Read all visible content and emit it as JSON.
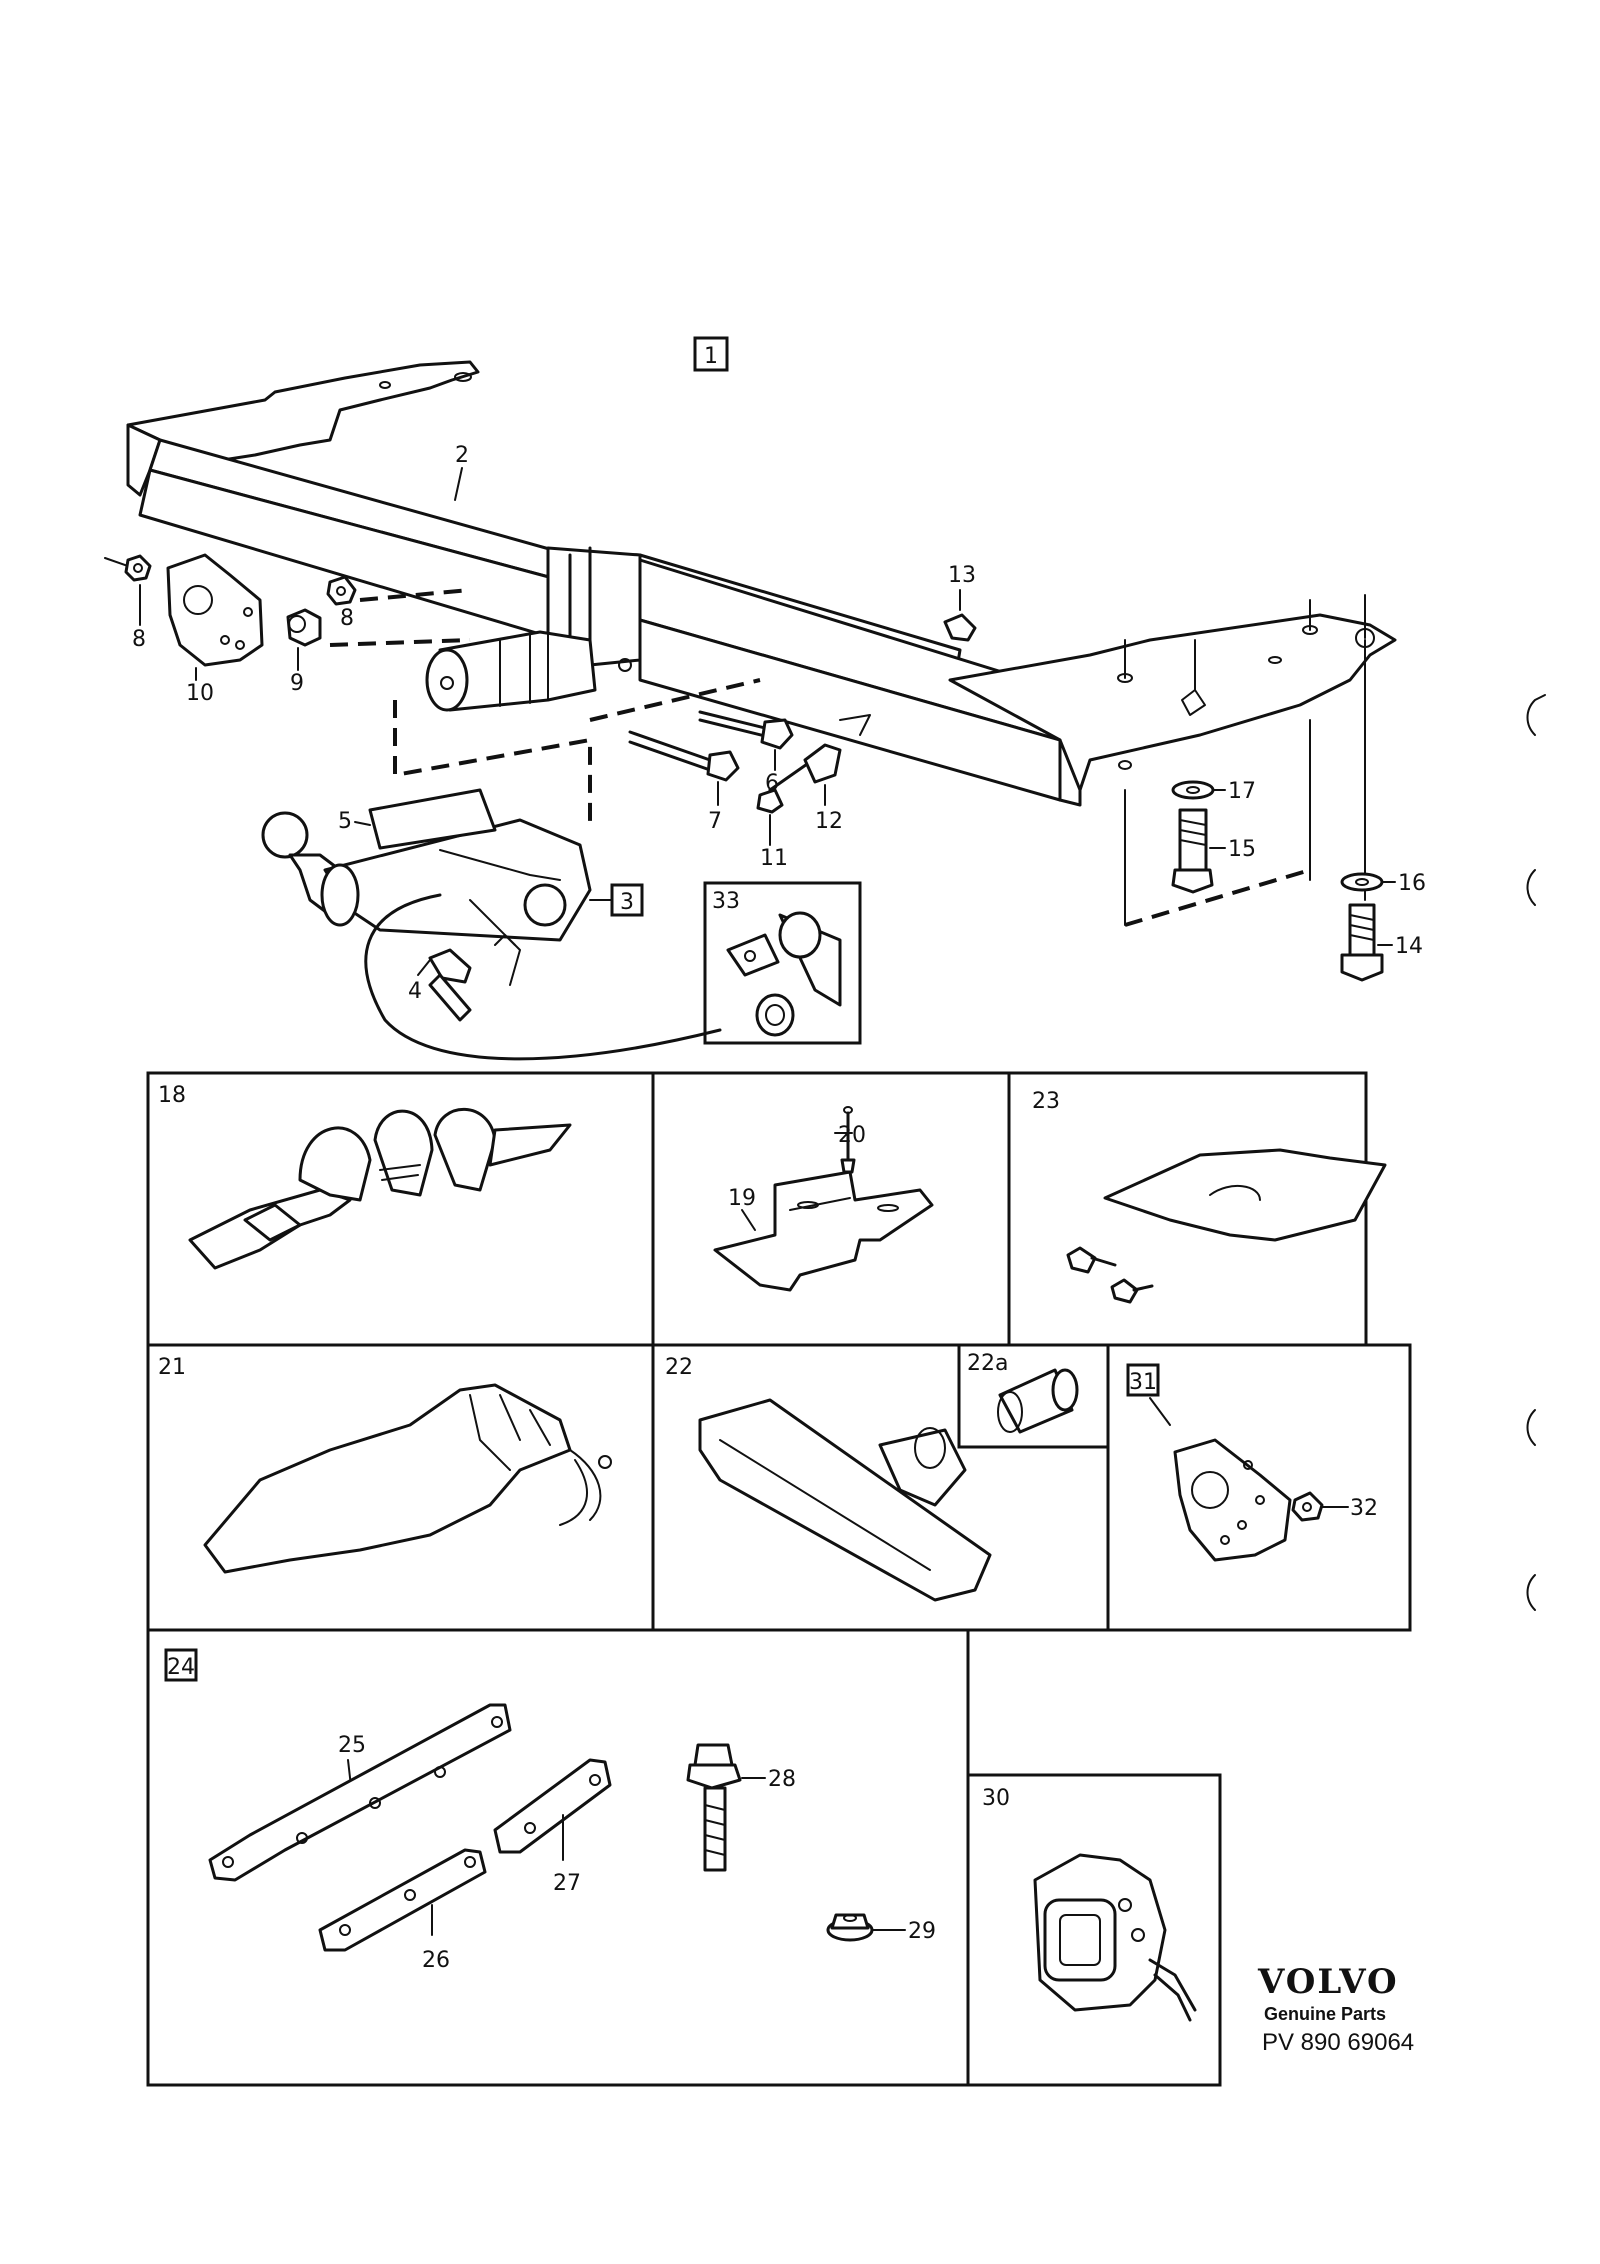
{
  "group_label": "1",
  "labels": {
    "p2": "2",
    "p3": "3",
    "p4": "4",
    "p5": "5",
    "p6": "6",
    "p7": "7",
    "p8a": "8",
    "p8b": "8",
    "p9": "9",
    "p10": "10",
    "p11": "11",
    "p12": "12",
    "p13": "13",
    "p14": "14",
    "p15": "15",
    "p16": "16",
    "p17": "17",
    "p18": "18",
    "p19": "19",
    "p20": "20",
    "p21": "21",
    "p22": "22",
    "p22a": "22a",
    "p23": "23",
    "p24": "24",
    "p25": "25",
    "p26": "26",
    "p27": "27",
    "p28": "28",
    "p29": "29",
    "p30": "30",
    "p31": "31",
    "p32": "32",
    "p33": "33"
  },
  "brand": {
    "name": "VOLVO",
    "tagline": "Genuine Parts",
    "code": "PV 890 69064"
  }
}
